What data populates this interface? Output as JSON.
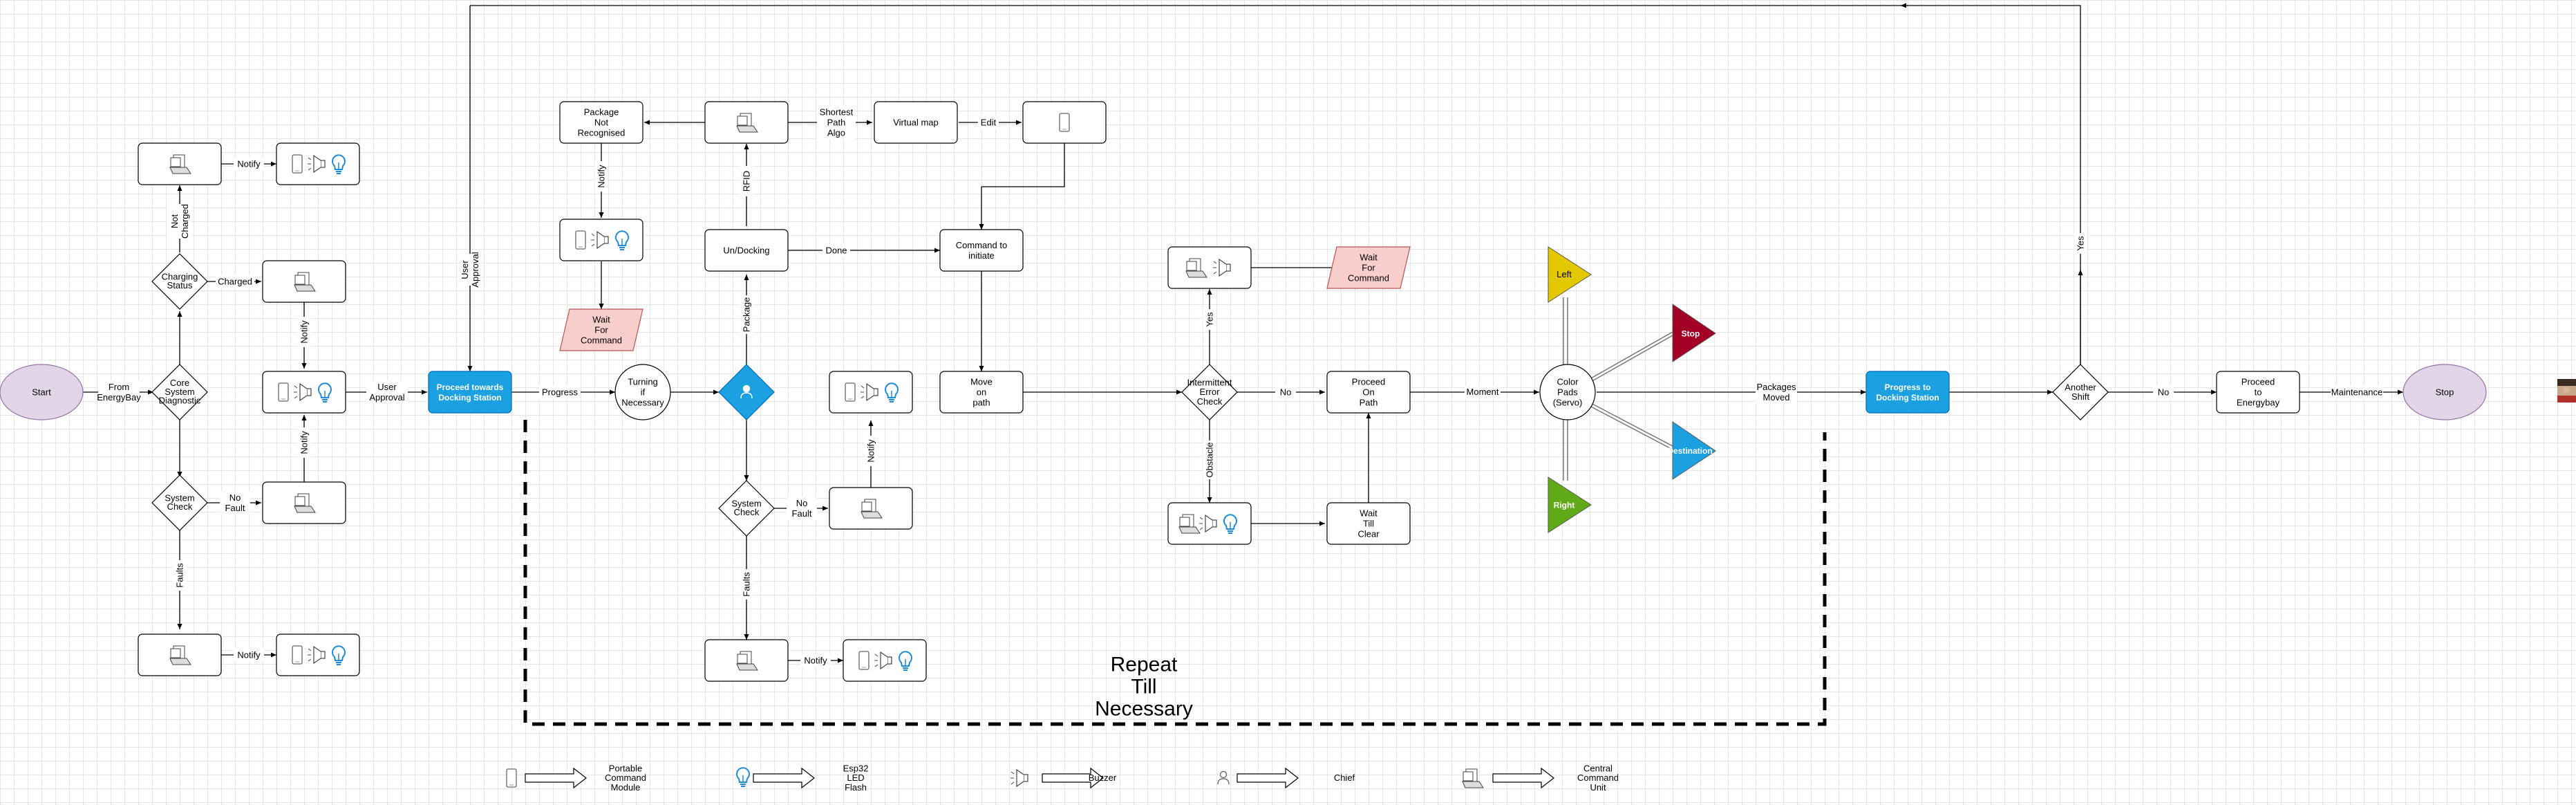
{
  "colors": {
    "blue": "#1ba1e2",
    "ellipse": "#e1d5e7",
    "ellipse_stroke": "#9673a6",
    "pink": "#f8cecc",
    "pink_stroke": "#b85450",
    "yellow": "#e3c800",
    "red": "#a20025",
    "green": "#60a917",
    "icon_blue": "#1c8adb"
  },
  "terminals": {
    "start": "Start",
    "stop": "Stop"
  },
  "blue_boxes": {
    "proceed_docking": "Proceed towards|Docking Station",
    "progress_docking": "Progress to|Docking Station"
  },
  "boxes": {
    "pkg_not_recognised": "Package|Not|Recognised",
    "virtual_map": "Virtual map",
    "undocking": "Un/Docking",
    "command_initiate": "Command to|initiate",
    "move_path": "Move|on|path",
    "proceed_path": "Proceed|On|Path",
    "wait_clear": "Wait|Till|Clear",
    "proceed_energybay": "Proceed|to|Energybay"
  },
  "diamonds": {
    "core": "Core|System|Diagnostic",
    "charging": "Charging|Status",
    "system_check_left": "System|Check",
    "system_check_mid": "System|Check",
    "intermittent": "Intermittent|Error|Check",
    "another_shift": "Another|Shift"
  },
  "circles": {
    "turning": "Turning|if|Necessary",
    "color_pads": "Color|Pads|(Servo)"
  },
  "parallelograms": {
    "wait1": "Wait|For|Command",
    "wait2": "Wait|For|Command"
  },
  "triangles": {
    "left": "Left",
    "stop": "Stop",
    "right": "Right",
    "destination": "Destination"
  },
  "edge_labels": {
    "from_energybay": "From|EnergyBay",
    "not_charged": "Not|Charged",
    "charged": "Charged",
    "notify": "Notify",
    "user_approval_h": "User|Approval",
    "user_approval_v": "User|Approval",
    "no_fault": "No|Fault",
    "faults": "Faults",
    "progress": "Progress",
    "rfid": "RFID",
    "shortest": "Shortest|Path|Algo",
    "edit": "Edit",
    "package": "Package",
    "done": "Done",
    "yes": "Yes",
    "no": "No",
    "obstacle": "Obstacle",
    "moment": "Moment",
    "packages_moved": "Packages|Moved",
    "maintenance": "Maintenance"
  },
  "repeat_text": "Repeat|Till|Necessary",
  "legend": {
    "pcm": "Portable|Command|Module",
    "led": "Esp32|LED|Flash",
    "buzzer": "Buzzer",
    "chief": "Chief",
    "ccu": "Central|Command|Unit"
  },
  "icons": [
    "computer-icon",
    "mobile-icon",
    "speaker-icon",
    "bulb-icon",
    "user-icon",
    "avatar-icon"
  ]
}
